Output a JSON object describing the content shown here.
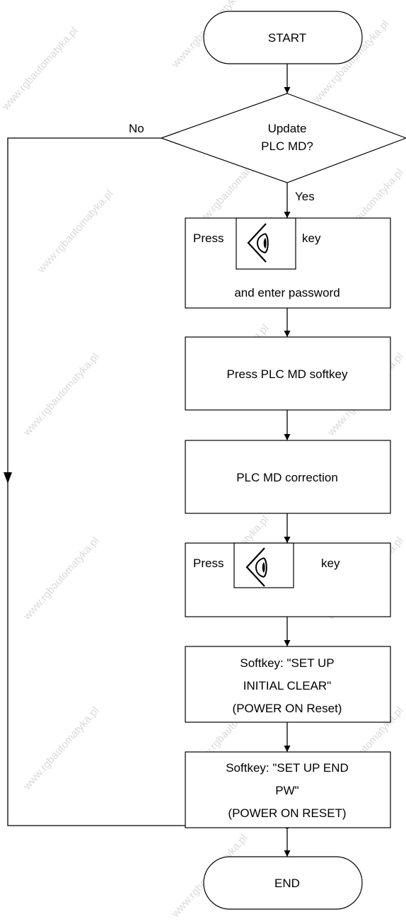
{
  "watermark": "www.rgbautomatyka.pl",
  "flowchart": {
    "start": "START",
    "decision": {
      "line1": "Update",
      "line2": "PLC MD?",
      "no_label": "No",
      "yes_label": "Yes"
    },
    "step1": {
      "press": "Press",
      "key": "key",
      "line2": "and enter password",
      "icon": "eye-icon"
    },
    "step2": {
      "text": "Press PLC MD softkey"
    },
    "step3": {
      "text": "PLC MD correction"
    },
    "step4": {
      "press": "Press",
      "key": "key",
      "icon": "eye-icon"
    },
    "step5": {
      "line1": "Softkey: \"SET UP",
      "line2": "INITIAL CLEAR\"",
      "line3": "(POWER ON Reset)"
    },
    "step6": {
      "line1": "Softkey: \"SET UP END",
      "line2": "PW\"",
      "line3": "(POWER ON RESET)"
    },
    "end": "END"
  }
}
